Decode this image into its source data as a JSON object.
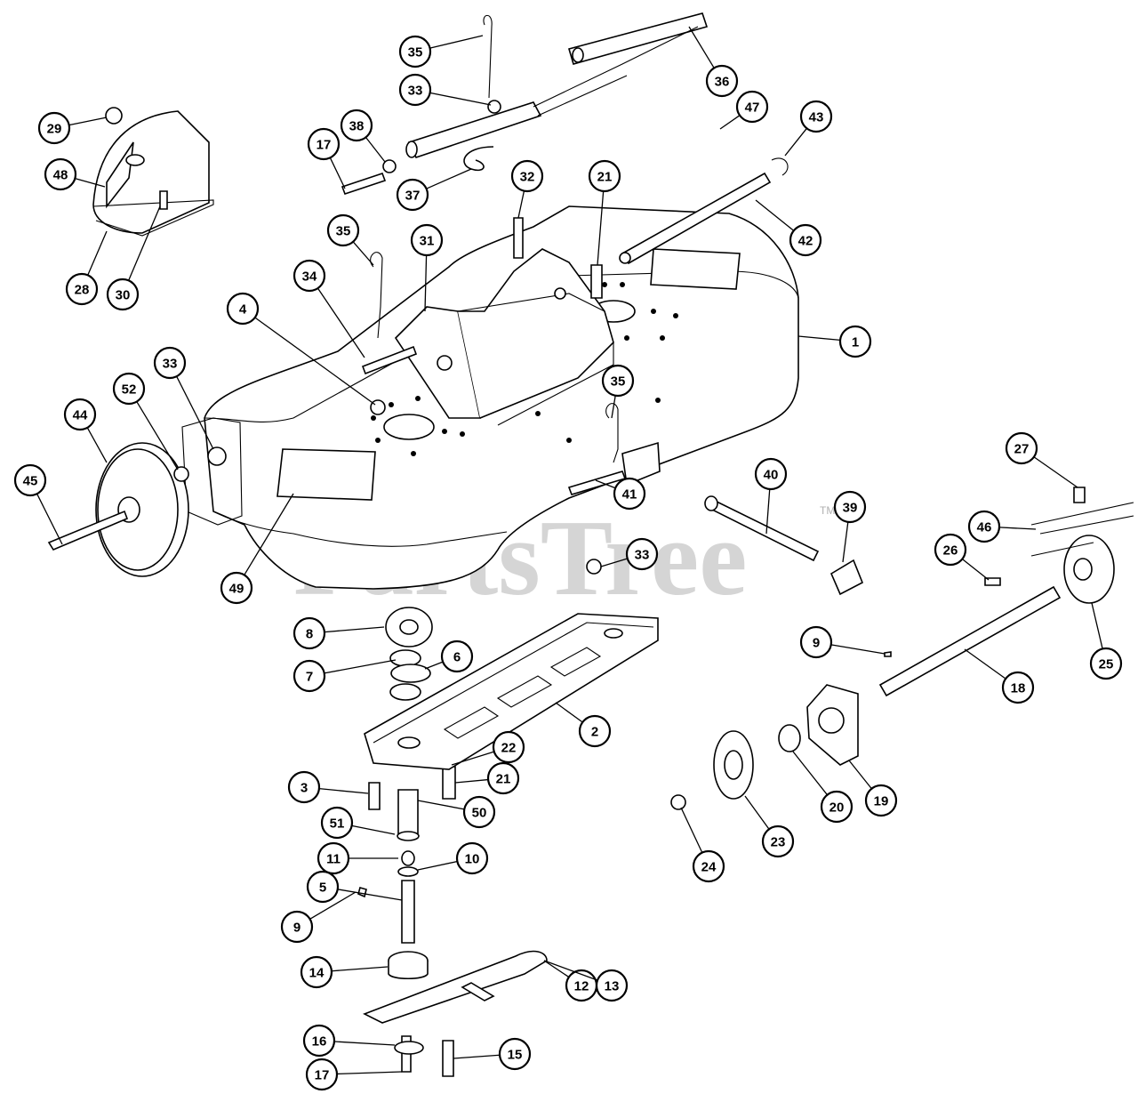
{
  "watermark": {
    "text": "PartsTree",
    "trademark": "TM"
  },
  "callouts": [
    "1",
    "2",
    "3",
    "4",
    "5",
    "6",
    "7",
    "8",
    "9",
    "9",
    "10",
    "11",
    "12",
    "13",
    "14",
    "15",
    "16",
    "17",
    "17",
    "18",
    "19",
    "20",
    "21",
    "21",
    "22",
    "23",
    "24",
    "25",
    "26",
    "27",
    "28",
    "29",
    "30",
    "31",
    "32",
    "33",
    "33",
    "33",
    "34",
    "35",
    "35",
    "35",
    "36",
    "37",
    "38",
    "39",
    "40",
    "41",
    "42",
    "43",
    "44",
    "45",
    "46",
    "47",
    "48",
    "49",
    "50",
    "51",
    "52"
  ],
  "colors": {
    "line": "#000000",
    "background": "#ffffff",
    "watermark": "#c8c8c8"
  }
}
